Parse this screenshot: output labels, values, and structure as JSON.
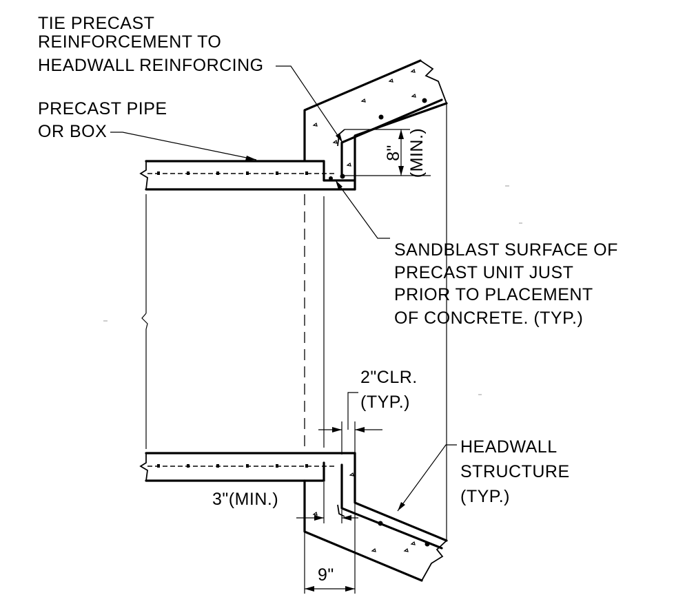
{
  "labels": {
    "tie_precast_l1": "TIE PRECAST",
    "tie_precast_l2": "REINFORCEMENT TO",
    "tie_precast_l3": "HEADWALL REINFORCING",
    "precast_pipe_l1": "PRECAST PIPE",
    "precast_pipe_l2": "OR BOX",
    "sandblast_l1": "SANDBLAST SURFACE OF",
    "sandblast_l2": "PRECAST UNIT JUST",
    "sandblast_l3": "PRIOR TO PLACEMENT",
    "sandblast_l4": "OF CONCRETE. (TYP.)",
    "clr_l1": "2\"CLR.",
    "clr_l2": "(TYP.)",
    "headwall_l1": "HEADWALL",
    "headwall_l2": "STRUCTURE",
    "headwall_l3": "(TYP.)",
    "min3": "3\"(MIN.)",
    "dim9": "9\"",
    "dim8": "8\"",
    "dim8_min": "(MIN.)"
  }
}
